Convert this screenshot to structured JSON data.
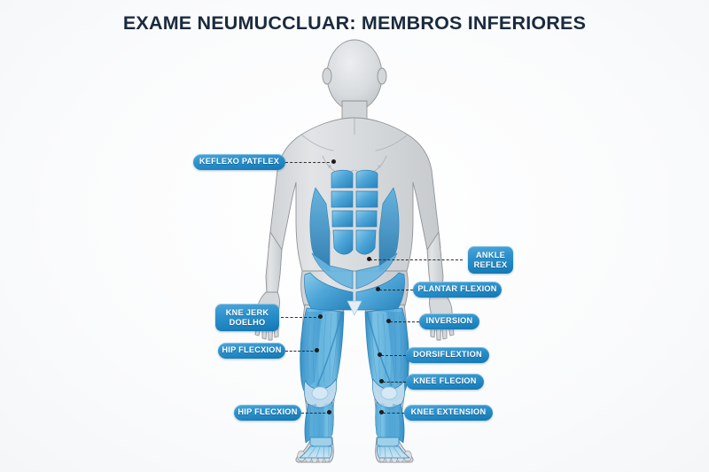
{
  "page": {
    "title": "EXAME NEUMUCCLUAR: MEMBROS INFERIORES",
    "background_color": "#fbfcfd",
    "title_color": "#1b2a3d"
  },
  "figure": {
    "name": "anterior-human-body-lower-limb-muscles",
    "skin_color": "#d9dbdd",
    "muscle_color": "#4ea3d4",
    "outline_color": "#8f9499"
  },
  "colors": {
    "badge_light": "#4ea6d8",
    "badge_mid": "#2e93cd",
    "badge_dark": "#1278b4",
    "leader_line": "#2b2b2b"
  },
  "labels": {
    "left": [
      {
        "id": "keflexo-patflex",
        "text": "KEFLEXO PATFLEX",
        "lines": [
          "KEFLEXO PATFLEX"
        ]
      },
      {
        "id": "kne-jerk-doelho",
        "text": "KNE JERK DOELHO",
        "lines": [
          "KNE JERK",
          "DOELHO"
        ]
      },
      {
        "id": "hip-flecxion-upper",
        "text": "HIP FLECXION",
        "lines": [
          "HIP FLECXION"
        ]
      },
      {
        "id": "hip-flecxion-lower",
        "text": "HIP FLECXION",
        "lines": [
          "HIP FLECXION"
        ]
      }
    ],
    "right": [
      {
        "id": "ankle-reflex",
        "text": "ANKLE REFLEX",
        "lines": [
          "ANKLE",
          "REFLEX"
        ]
      },
      {
        "id": "plantar-flexion",
        "text": "PLANTAR FLEXION",
        "lines": [
          "PLANTAR FLEXION"
        ]
      },
      {
        "id": "inversion",
        "text": "INVERSION",
        "lines": [
          "INVERSION"
        ]
      },
      {
        "id": "dorsiflextion",
        "text": "DORSIFLEXTION",
        "lines": [
          "DORSIFLEXTION"
        ]
      },
      {
        "id": "knee-flecion",
        "text": "KNEE FLECION",
        "lines": [
          "KNEE FLECION"
        ]
      },
      {
        "id": "knee-extension",
        "text": "KNEE EXTENSION",
        "lines": [
          "KNEE EXTENSION"
        ]
      }
    ]
  }
}
